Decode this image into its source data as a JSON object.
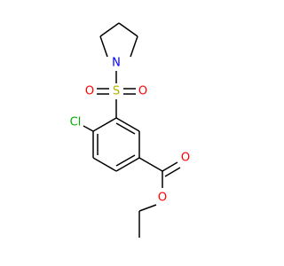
{
  "molecule": {
    "atoms": [
      {
        "id": "N1",
        "label": "N",
        "color": "#0000FF"
      },
      {
        "id": "S1",
        "label": "S",
        "color": "#B2B200"
      },
      {
        "id": "O1",
        "label": "O",
        "color": "#FF0000"
      },
      {
        "id": "O2",
        "label": "O",
        "color": "#FF0000"
      },
      {
        "id": "Cl1",
        "label": "Cl",
        "color": "#00B200"
      },
      {
        "id": "O3",
        "label": "O",
        "color": "#FF0000"
      },
      {
        "id": "O4",
        "label": "O",
        "color": "#FF0000"
      }
    ],
    "colors": {
      "bond": "#000000",
      "nitrogen": "#0000FF",
      "oxygen": "#FF0000",
      "sulfur": "#B2B200",
      "chlorine": "#00B200"
    }
  }
}
